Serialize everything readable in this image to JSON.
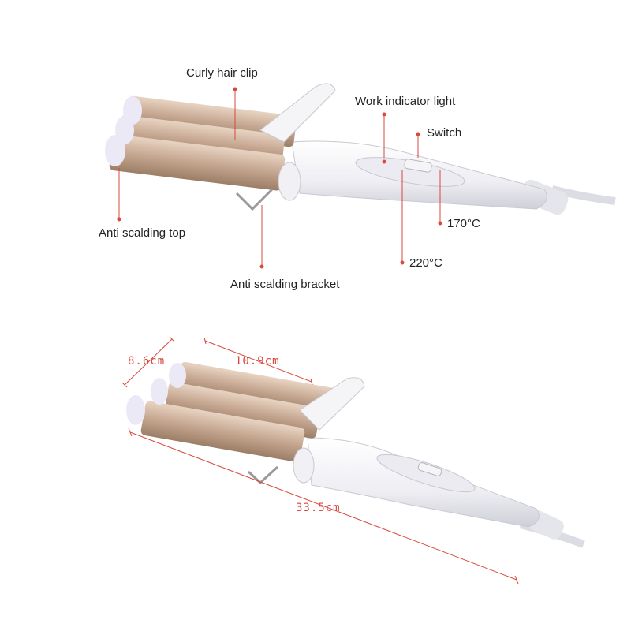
{
  "annotations": {
    "curly_hair_clip": "Curly hair clip",
    "work_indicator_light": "Work indicator light",
    "switch": "Switch",
    "temp_low": "170°C",
    "temp_high": "220°C",
    "anti_scalding_top": "Anti scalding top",
    "anti_scalding_bracket": "Anti scalding bracket"
  },
  "dimensions": {
    "width": "8.6cm",
    "barrel_length": "10.9cm",
    "total_length": "33.5cm"
  },
  "colors": {
    "marker": "#d8493e",
    "barrel": "#c9ab95",
    "barrel_dark": "#a8896f",
    "handle": "#f2f2f6",
    "tip": "#e6e4f2"
  }
}
